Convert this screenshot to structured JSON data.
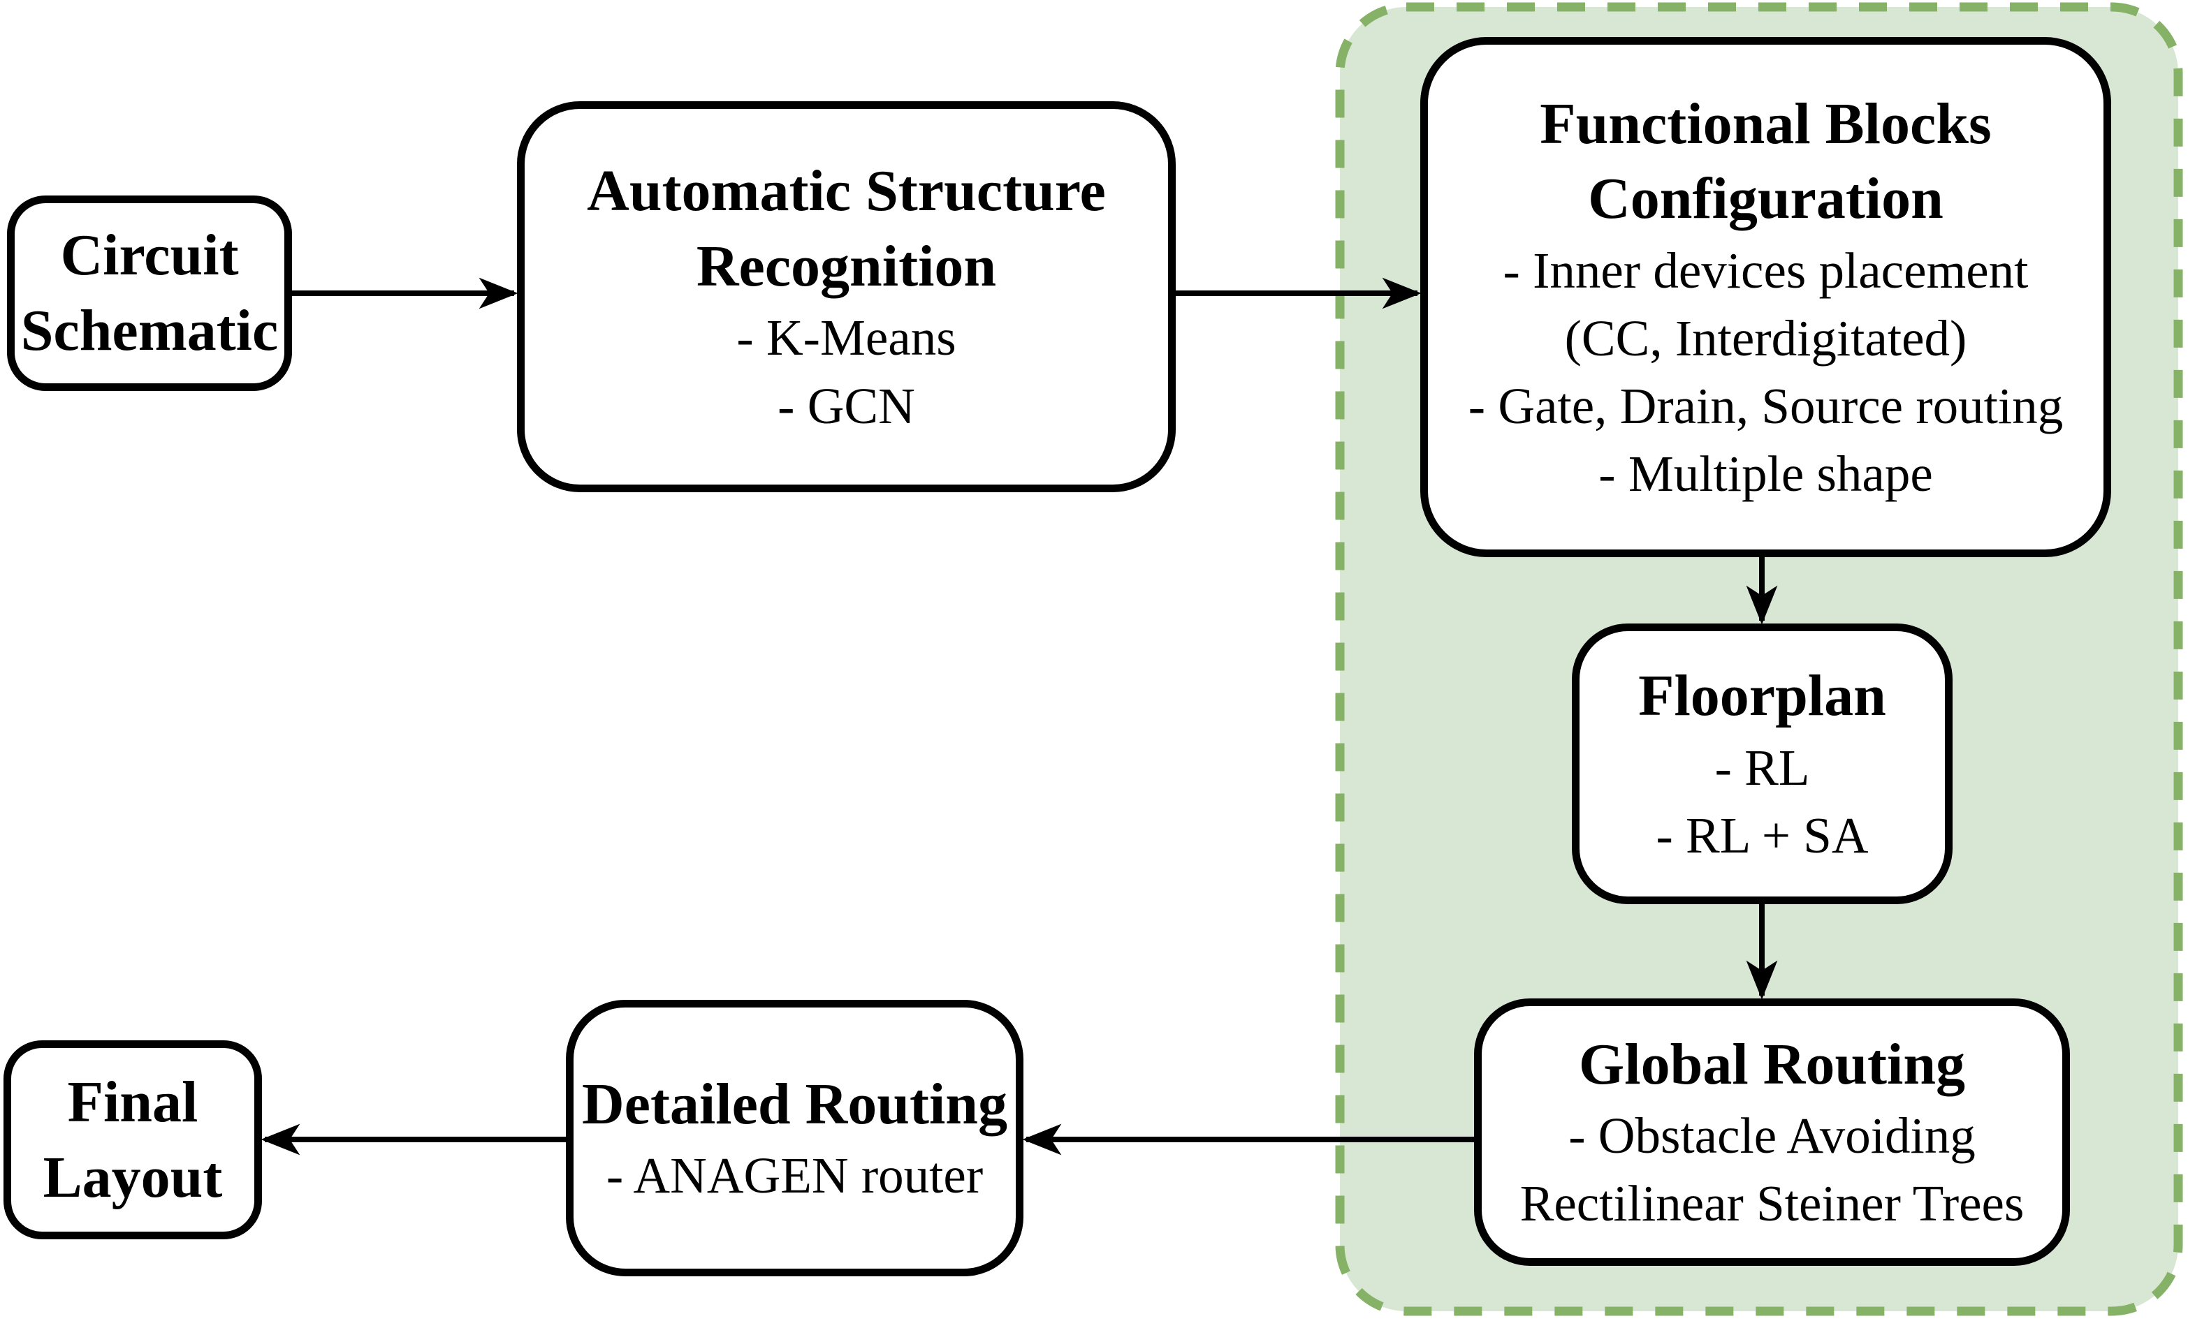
{
  "nodes": {
    "circuit_schematic": {
      "title": "Circuit\nSchematic"
    },
    "automatic_structure_recognition": {
      "title": "Automatic Structure\nRecognition",
      "body": "- K-Means\n- GCN"
    },
    "functional_blocks_configuration": {
      "title": "Functional Blocks\nConfiguration",
      "body": "- Inner devices placement\n(CC, Interdigitated)\n- Gate, Drain, Source routing\n- Multiple shape"
    },
    "floorplan": {
      "title": "Floorplan",
      "body": "- RL\n- RL + SA"
    },
    "global_routing": {
      "title": "Global Routing",
      "body": "- Obstacle Avoiding\nRectilinear Steiner Trees"
    },
    "detailed_routing": {
      "title": "Detailed Routing",
      "body": "- ANAGEN router"
    },
    "final_layout": {
      "title": "Final\nLayout"
    }
  },
  "edges": [
    {
      "from": "circuit_schematic",
      "to": "automatic_structure_recognition"
    },
    {
      "from": "automatic_structure_recognition",
      "to": "functional_blocks_configuration"
    },
    {
      "from": "functional_blocks_configuration",
      "to": "floorplan"
    },
    {
      "from": "floorplan",
      "to": "global_routing"
    },
    {
      "from": "global_routing",
      "to": "detailed_routing"
    },
    {
      "from": "detailed_routing",
      "to": "final_layout"
    }
  ],
  "colors": {
    "highlight_fill": "#d8e7d3",
    "highlight_border": "#86b267",
    "box_border": "#000000",
    "box_fill": "#ffffff",
    "arrow": "#000000",
    "text": "#000000"
  }
}
